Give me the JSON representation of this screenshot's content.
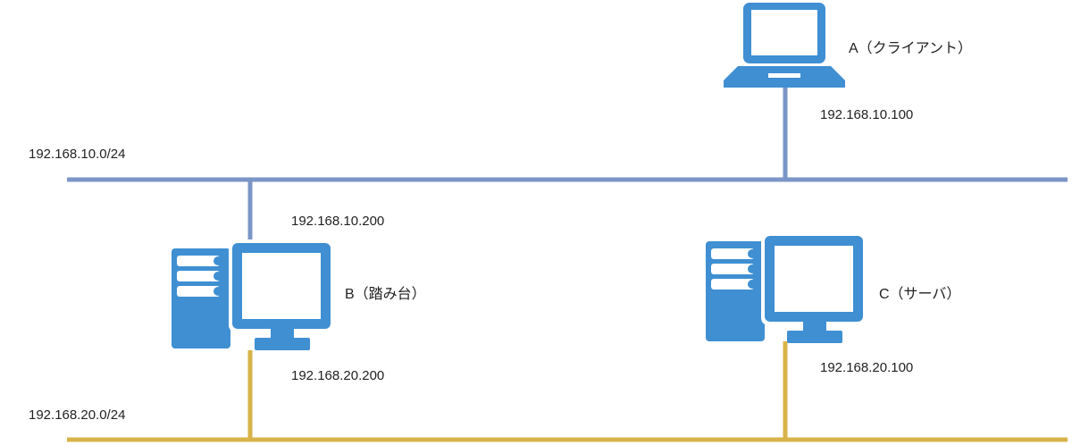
{
  "networks": {
    "upper": {
      "label": "192.168.10.0/24",
      "color": "#7b95c6"
    },
    "lower": {
      "label": "192.168.20.0/24",
      "color": "#d8b34a"
    }
  },
  "hosts": {
    "a": {
      "name": "A（クライアント）",
      "ip_upper": "192.168.10.100",
      "icon": "laptop-icon"
    },
    "b": {
      "name": "B（踏み台）",
      "ip_upper": "192.168.10.200",
      "ip_lower": "192.168.20.200",
      "icon": "desktop-computer-icon"
    },
    "c": {
      "name": "C（サーバ）",
      "ip_lower": "192.168.20.100",
      "icon": "desktop-computer-icon"
    }
  },
  "colors": {
    "icon": "#3f8fd2",
    "icon_light": "#ffffff"
  }
}
